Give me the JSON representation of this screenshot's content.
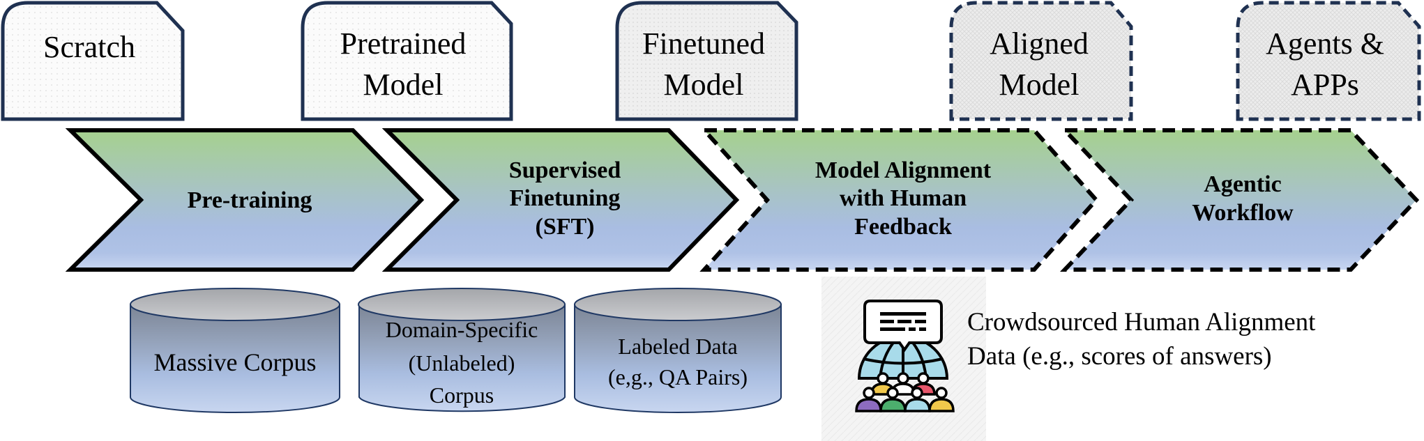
{
  "stages": {
    "artifacts": [
      {
        "lines": [
          "Scratch"
        ],
        "style": "solid"
      },
      {
        "lines": [
          "Pretrained",
          "Model"
        ],
        "style": "solid"
      },
      {
        "lines": [
          "Finetuned",
          "Model"
        ],
        "style": "solid"
      },
      {
        "lines": [
          "Aligned",
          "Model"
        ],
        "style": "dashed"
      },
      {
        "lines": [
          "Agents &",
          "APPs"
        ],
        "style": "dashed"
      }
    ],
    "processes": [
      {
        "lines": [
          "Pre-training"
        ],
        "style": "solid"
      },
      {
        "lines": [
          "Supervised",
          "Finetuning",
          "(SFT)"
        ],
        "style": "solid"
      },
      {
        "lines": [
          "Model Alignment",
          "with Human",
          "Feedback"
        ],
        "style": "dashed"
      },
      {
        "lines": [
          "Agentic",
          "Workflow"
        ],
        "style": "dashed"
      }
    ]
  },
  "datasets": [
    {
      "lines": [
        "Massive Corpus"
      ]
    },
    {
      "lines": [
        "Domain-Specific",
        "(Unlabeled)",
        "Corpus"
      ]
    },
    {
      "lines": [
        "Labeled Data",
        "(e,g., QA Pairs)"
      ]
    }
  ],
  "crowdsource": {
    "icon": "crowd-feedback-globe-icon",
    "caption_lines": [
      "Crowdsourced Human Alignment",
      "Data (e.g., scores of answers)"
    ]
  },
  "colors": {
    "box_stroke": "#1f3151",
    "chevron_stroke": "#000000",
    "gradient_top": "#a6d18e",
    "gradient_mid": "#a9bfd4",
    "gradient_bottom": "#c6d4f0",
    "cylinder_stroke": "#1f3864",
    "person_colors": [
      "#f1c84b",
      "#ffffff",
      "#e7566b",
      "#8d6cbf",
      "#4cae6d",
      "#a8dbea",
      "#f1c84b"
    ]
  }
}
